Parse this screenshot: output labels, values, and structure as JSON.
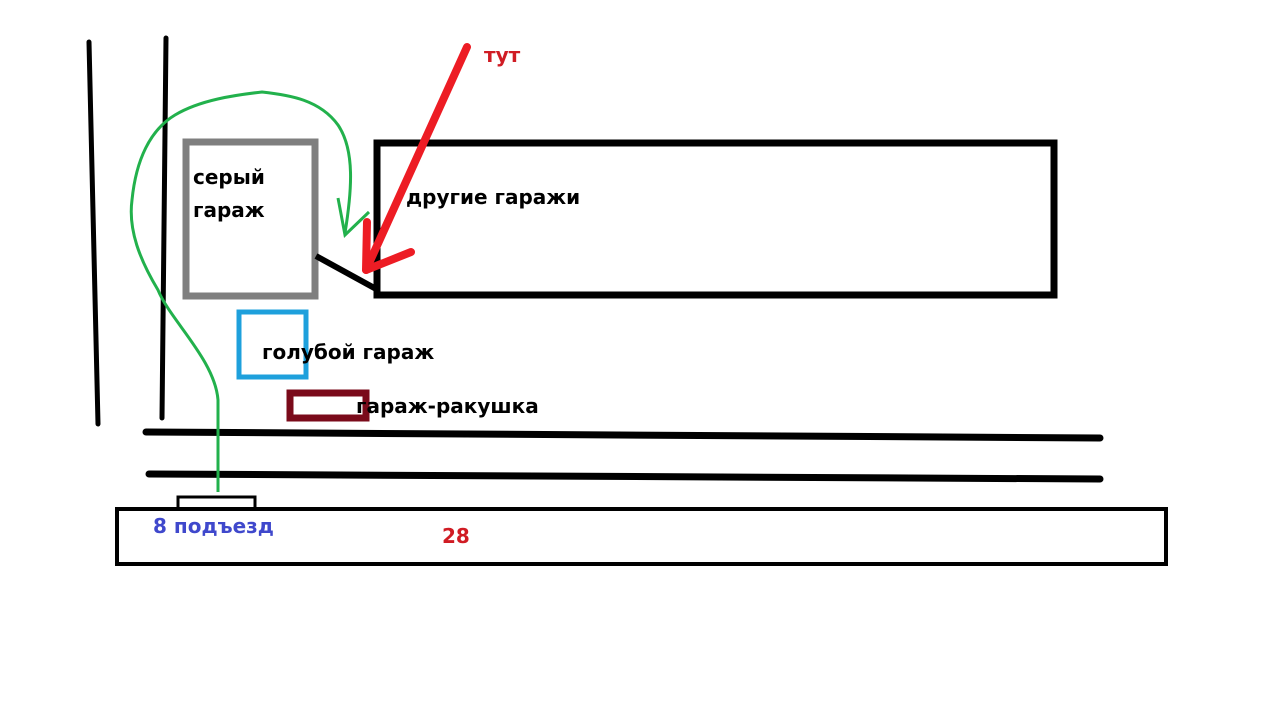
{
  "labels": {
    "gray_garage_line1": "серый",
    "gray_garage_line2": "гараж",
    "other_garages": "другие гаражи",
    "blue_garage": "голубой гараж",
    "shell_garage": "гараж-ракушка",
    "entrance": "8 подъезд",
    "building_number": "28",
    "here": "тут"
  },
  "colors": {
    "gray_garage": "#7f7f7f",
    "blue_garage": "#1ea0dc",
    "shell_garage": "#7a0a1a",
    "route": "#22b14c",
    "pointer": "#ed1c24",
    "entrance_text": "#3f48cc",
    "building_text": "#d01c24"
  }
}
